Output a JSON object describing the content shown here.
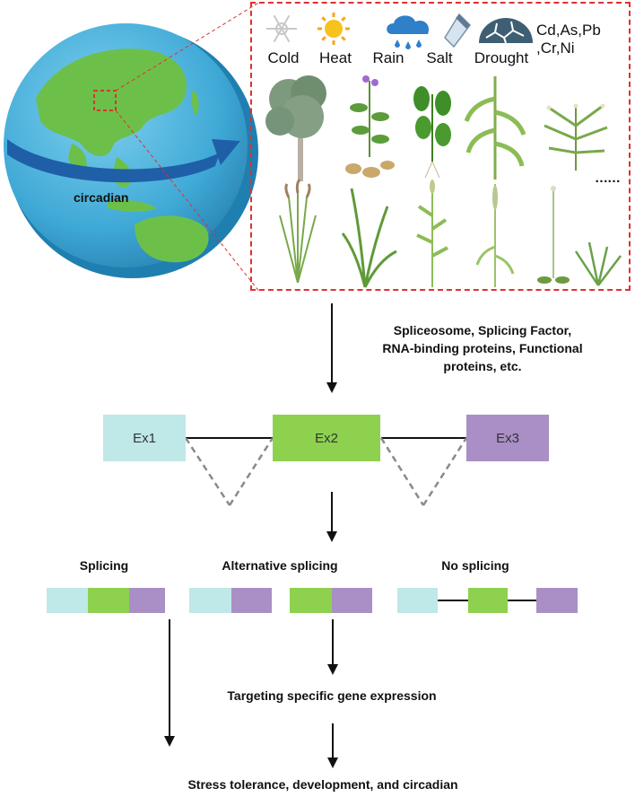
{
  "colors": {
    "ex1": "#bfe8e8",
    "ex2": "#8dd14f",
    "ex3": "#a98fc5",
    "globe_ocean": "#3fa9d6",
    "globe_land": "#6cc04a",
    "arrow_blue": "#1f5fa8",
    "dash_red": "#e03030",
    "intron_dash": "#8a8a8a"
  },
  "globe": {
    "label": "circadian"
  },
  "stress": {
    "items": [
      {
        "label": "Cold",
        "icon": "snowflake-icon"
      },
      {
        "label": "Heat",
        "icon": "sun-icon"
      },
      {
        "label": "Rain",
        "icon": "rain-cloud-icon"
      },
      {
        "label": "Salt",
        "icon": "salt-shaker-icon"
      },
      {
        "label": "Drought",
        "icon": "cracked-earth-icon"
      }
    ],
    "metals_line1": "Cd,As,Pb",
    "metals_line2": ",Cr,Ni",
    "ellipsis": "……"
  },
  "mechanism_text": {
    "line1": "Spliceosome, Splicing Factor,",
    "line2": "RNA-binding proteins, Functional",
    "line3": "proteins, etc."
  },
  "gene": {
    "ex1": "Ex1",
    "ex2": "Ex2",
    "ex3": "Ex3"
  },
  "outcomes": {
    "splicing": "Splicing",
    "alternative": "Alternative splicing",
    "no_splicing": "No splicing"
  },
  "targeting_text": "Targeting specific gene expression",
  "final_text": "Stress tolerance, development, and circadian"
}
